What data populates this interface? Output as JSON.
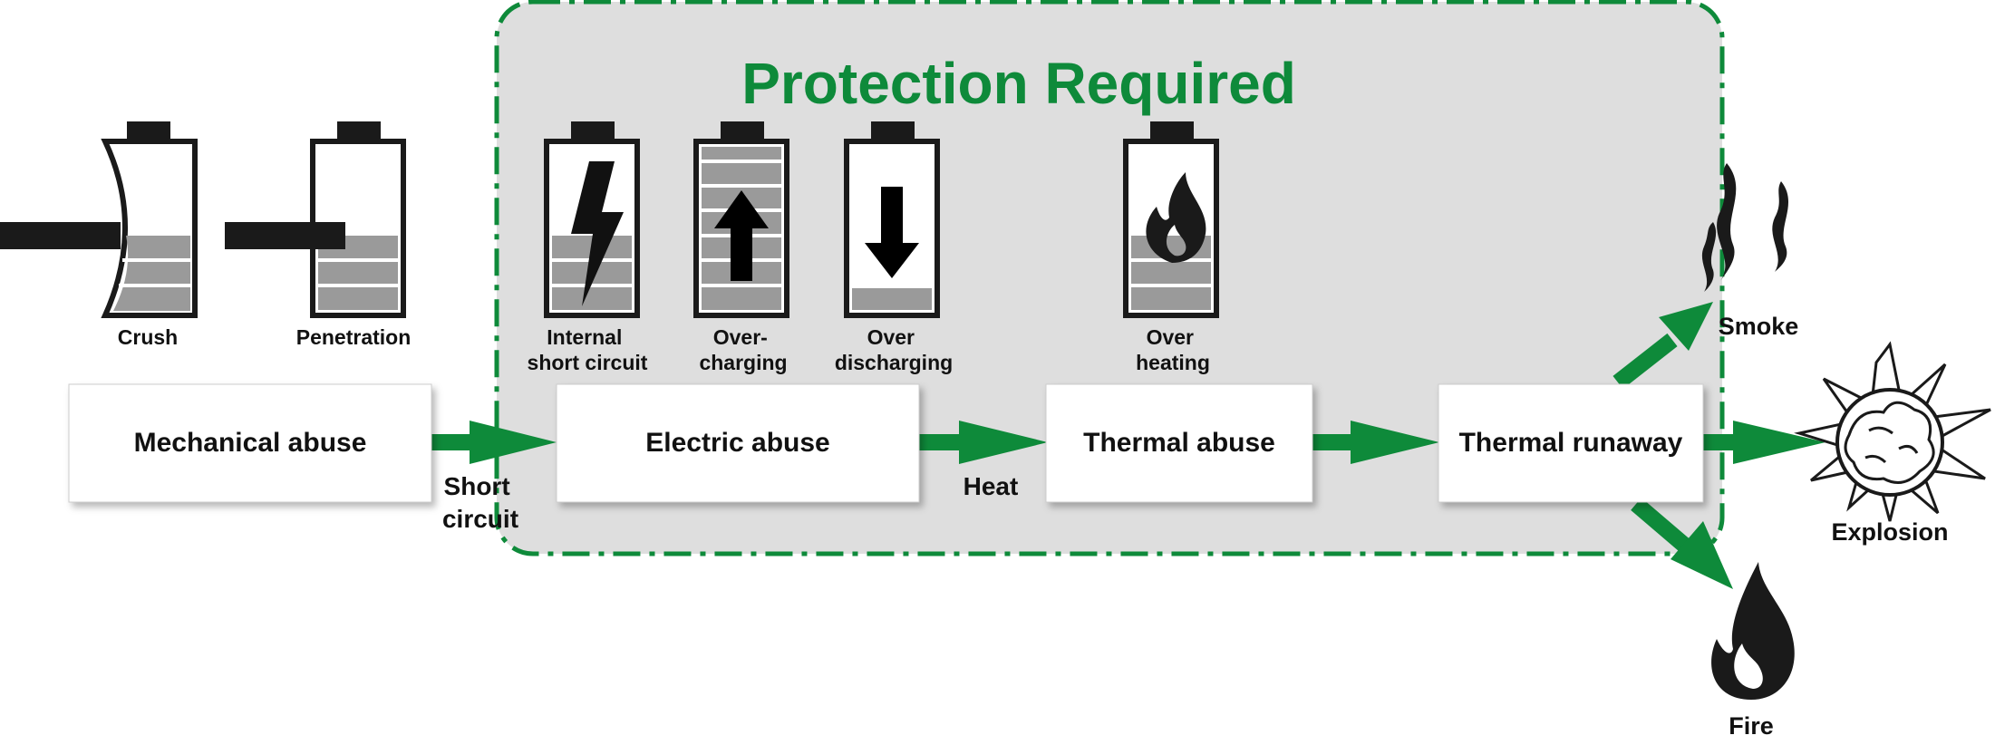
{
  "title": "Protection Required",
  "colors": {
    "accent": "#0e8a3a",
    "zone_fill": "#dedede",
    "battery_outline": "#1a1a1a",
    "battery_fill": "#9a9a9a"
  },
  "stages": [
    {
      "id": "mechanical",
      "label": "Mechanical abuse"
    },
    {
      "id": "electric",
      "label": "Electric abuse"
    },
    {
      "id": "thermal",
      "label": "Thermal abuse"
    },
    {
      "id": "runaway",
      "label": "Thermal runaway"
    }
  ],
  "battery_icons": [
    {
      "label_lines": [
        "Crush"
      ],
      "icon": "crush-battery-icon"
    },
    {
      "label_lines": [
        "Penetration"
      ],
      "icon": "penetration-battery-icon"
    },
    {
      "label_lines": [
        "Internal",
        "short circuit"
      ],
      "icon": "lightning-battery-icon"
    },
    {
      "label_lines": [
        "Over-",
        "charging"
      ],
      "icon": "overcharge-battery-icon"
    },
    {
      "label_lines": [
        "Over",
        "discharging"
      ],
      "icon": "overdischarge-battery-icon"
    },
    {
      "label_lines": [
        "Over",
        "heating"
      ],
      "icon": "flame-battery-icon"
    }
  ],
  "transitions": [
    {
      "label_lines": [
        "Short",
        "circuit"
      ]
    },
    {
      "label_lines": [
        "Heat"
      ]
    }
  ],
  "outcomes": [
    {
      "label": "Smoke",
      "icon": "smoke-icon"
    },
    {
      "label": "Explosion",
      "icon": "explosion-icon"
    },
    {
      "label": "Fire",
      "icon": "fire-icon"
    }
  ]
}
